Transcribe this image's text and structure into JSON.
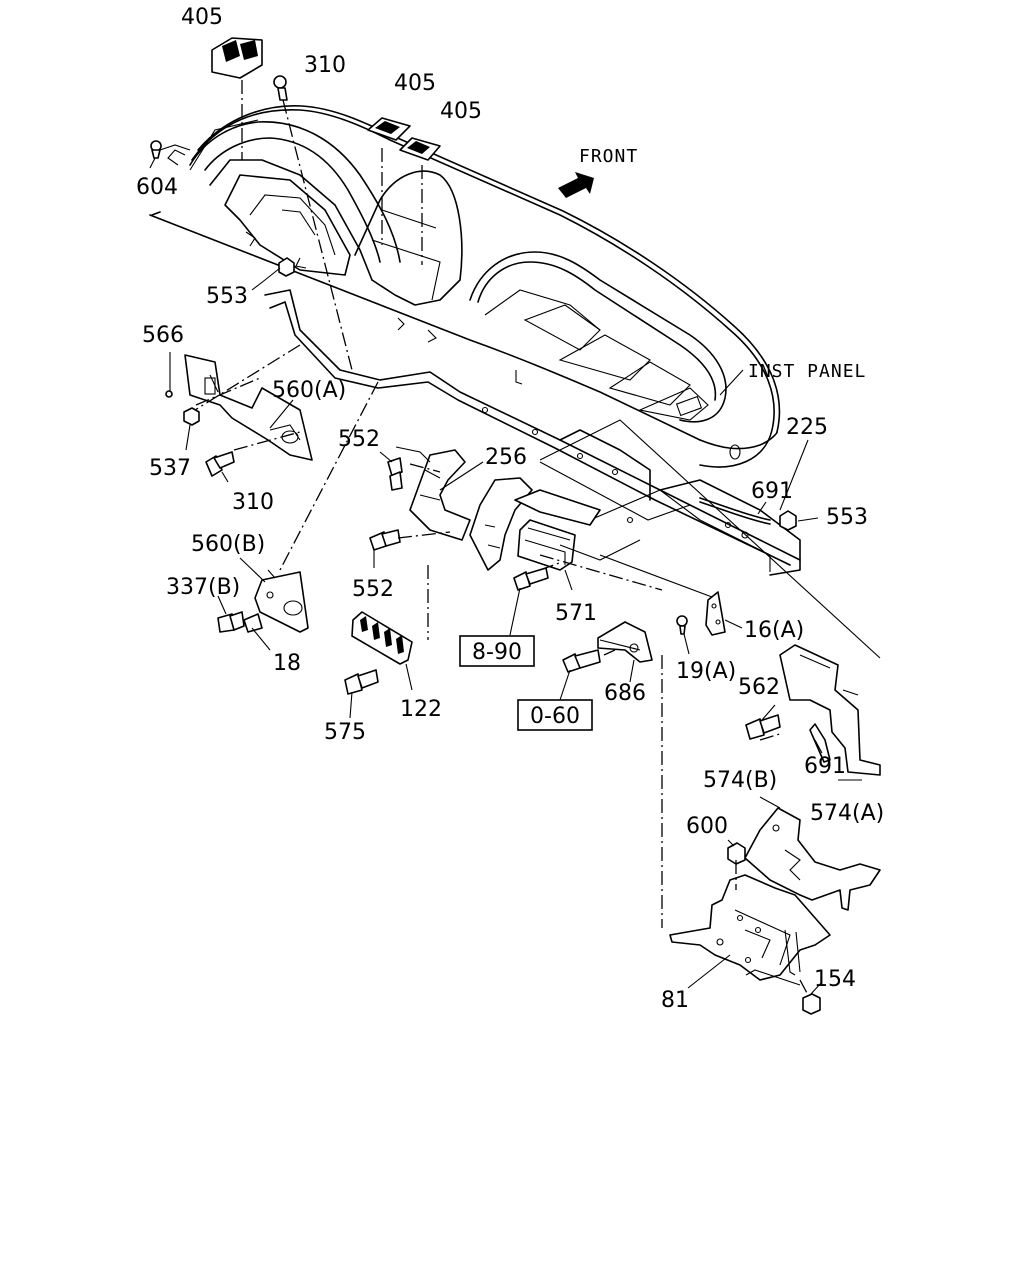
{
  "diagram": {
    "annotations": {
      "front": "FRONT",
      "inst_panel": "INST PANEL"
    },
    "labels": {
      "l405a": "405",
      "l310a": "310",
      "l405b": "405",
      "l405c": "405",
      "l604": "604",
      "l553a": "553",
      "l566": "566",
      "l560a": "560(A)",
      "l537": "537",
      "l310b": "310",
      "l552a": "552",
      "l256": "256",
      "l225": "225",
      "l691a": "691",
      "l553b": "553",
      "l560b": "560(B)",
      "l552b": "552",
      "l571": "571",
      "l337b": "337(B)",
      "l18": "18",
      "l16a": "16(A)",
      "l19a": "19(A)",
      "l562": "562",
      "l686": "686",
      "l122": "122",
      "l575": "575",
      "l691b": "691",
      "l574b": "574(B)",
      "l574a": "574(A)",
      "l600": "600",
      "l154": "154",
      "l81": "81"
    },
    "refs": {
      "r890": "8-90",
      "r060": "0-60"
    }
  }
}
